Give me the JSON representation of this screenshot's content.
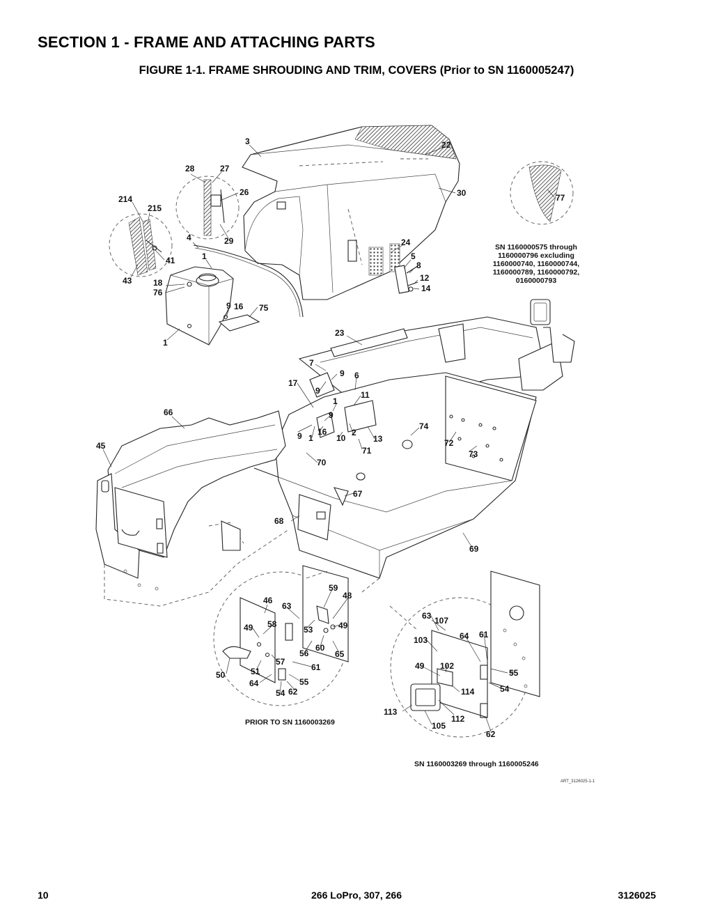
{
  "header": {
    "section_title": "SECTION 1 - FRAME AND ATTACHING PARTS",
    "figure_title": "FIGURE 1-1. FRAME SHROUDING AND TRIM, COVERS (Prior to SN 1160005247)"
  },
  "callouts": {
    "c3": "3",
    "c22": "22",
    "c28": "28",
    "c27": "27",
    "c26": "26",
    "c30": "30",
    "c77": "77",
    "c214": "214",
    "c215": "215",
    "c29": "29",
    "c4": "4",
    "c1a": "1",
    "c41": "41",
    "c43": "43",
    "c18": "18",
    "c76": "76",
    "c24": "24",
    "c5": "5",
    "c8": "8",
    "c12": "12",
    "c14": "14",
    "c9a": "9",
    "c16a": "16",
    "c75": "75",
    "c1b": "1",
    "c23": "23",
    "c7": "7",
    "c9b": "9",
    "c6": "6",
    "c17": "17",
    "c9c": "9",
    "c11": "11",
    "c1c": "1",
    "c9d": "9",
    "c66": "66",
    "c74": "74",
    "c9e": "9",
    "c16b": "16",
    "c10": "10",
    "c2": "2",
    "c13": "13",
    "c72": "72",
    "c1d": "1",
    "c45": "45",
    "c71": "71",
    "c73": "73",
    "c70": "70",
    "c67": "67",
    "c68": "68",
    "c69": "69",
    "c59": "59",
    "c48": "48",
    "c46": "46",
    "c63a": "63",
    "c58": "58",
    "c49a": "49",
    "c53": "53",
    "c49b": "49",
    "c56": "56",
    "c60": "60",
    "c65": "65",
    "c57": "57",
    "c61a": "61",
    "c50": "50",
    "c51": "51",
    "c55a": "55",
    "c64a": "64",
    "c54a": "54",
    "c62a": "62",
    "c63b": "63",
    "c107": "107",
    "c103": "103",
    "c64b": "64",
    "c61b": "61",
    "c55b": "55",
    "c49c": "49",
    "c102": "102",
    "c54b": "54",
    "c114": "114",
    "c113": "113",
    "c112": "112",
    "c105": "105",
    "c62b": "62"
  },
  "notes": {
    "sn_range_line1": "SN 1160000575 through",
    "sn_range_line2": "1160000796 excluding",
    "sn_range_line3": "1160000740, 1160000744,",
    "sn_range_line4": "1160000789, 1160000792,",
    "sn_range_line5": "0160000793",
    "prior_to": "PRIOR TO SN 1160003269",
    "sn_through": "SN 1160003269 through 1160005246",
    "art_id": "ART_3126025-1-1"
  },
  "footer": {
    "page_number": "10",
    "model": "266 LoPro, 307, 266",
    "doc_number": "3126025"
  }
}
